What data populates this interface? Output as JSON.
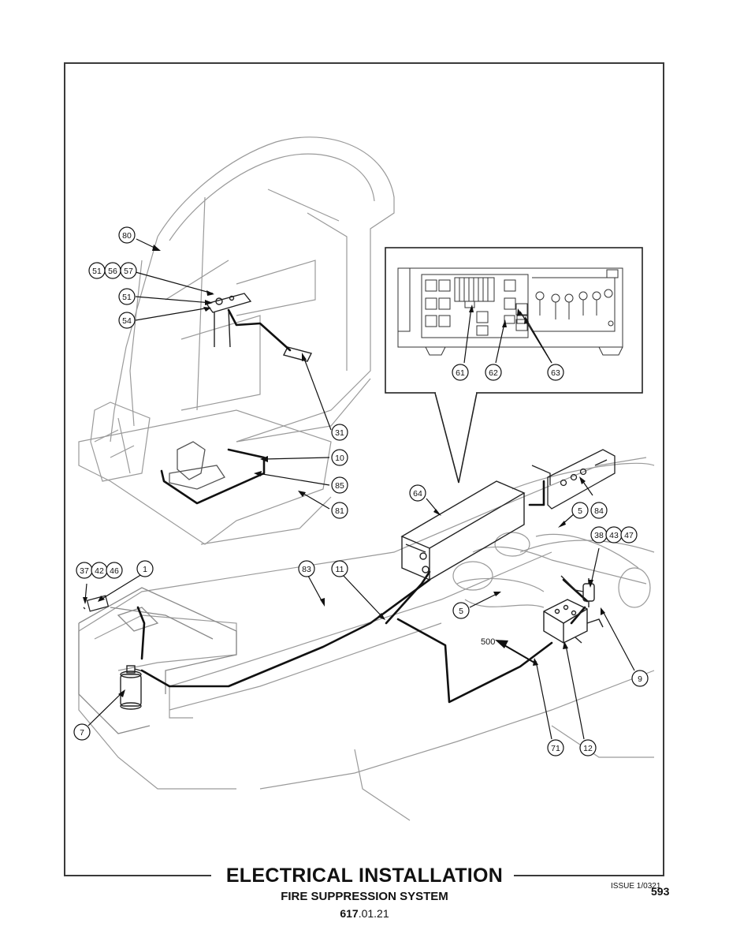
{
  "title": "ELECTRICAL INSTALLATION",
  "subtitle": "FIRE SUPPRESSION SYSTEM",
  "code_bold": "617",
  "code_rest": ".01.21",
  "issue": "ISSUE 1/0321",
  "page_number": "593",
  "callouts": [
    "80",
    "51",
    "56",
    "57",
    "51",
    "54",
    "31",
    "10",
    "85",
    "81",
    "64",
    "5",
    "84",
    "38",
    "43",
    "47",
    "37",
    "42",
    "46",
    "1",
    "83",
    "11",
    "5",
    "7",
    "9",
    "12",
    "71",
    "61",
    "62",
    "63"
  ],
  "plain_labels": [
    "500"
  ]
}
